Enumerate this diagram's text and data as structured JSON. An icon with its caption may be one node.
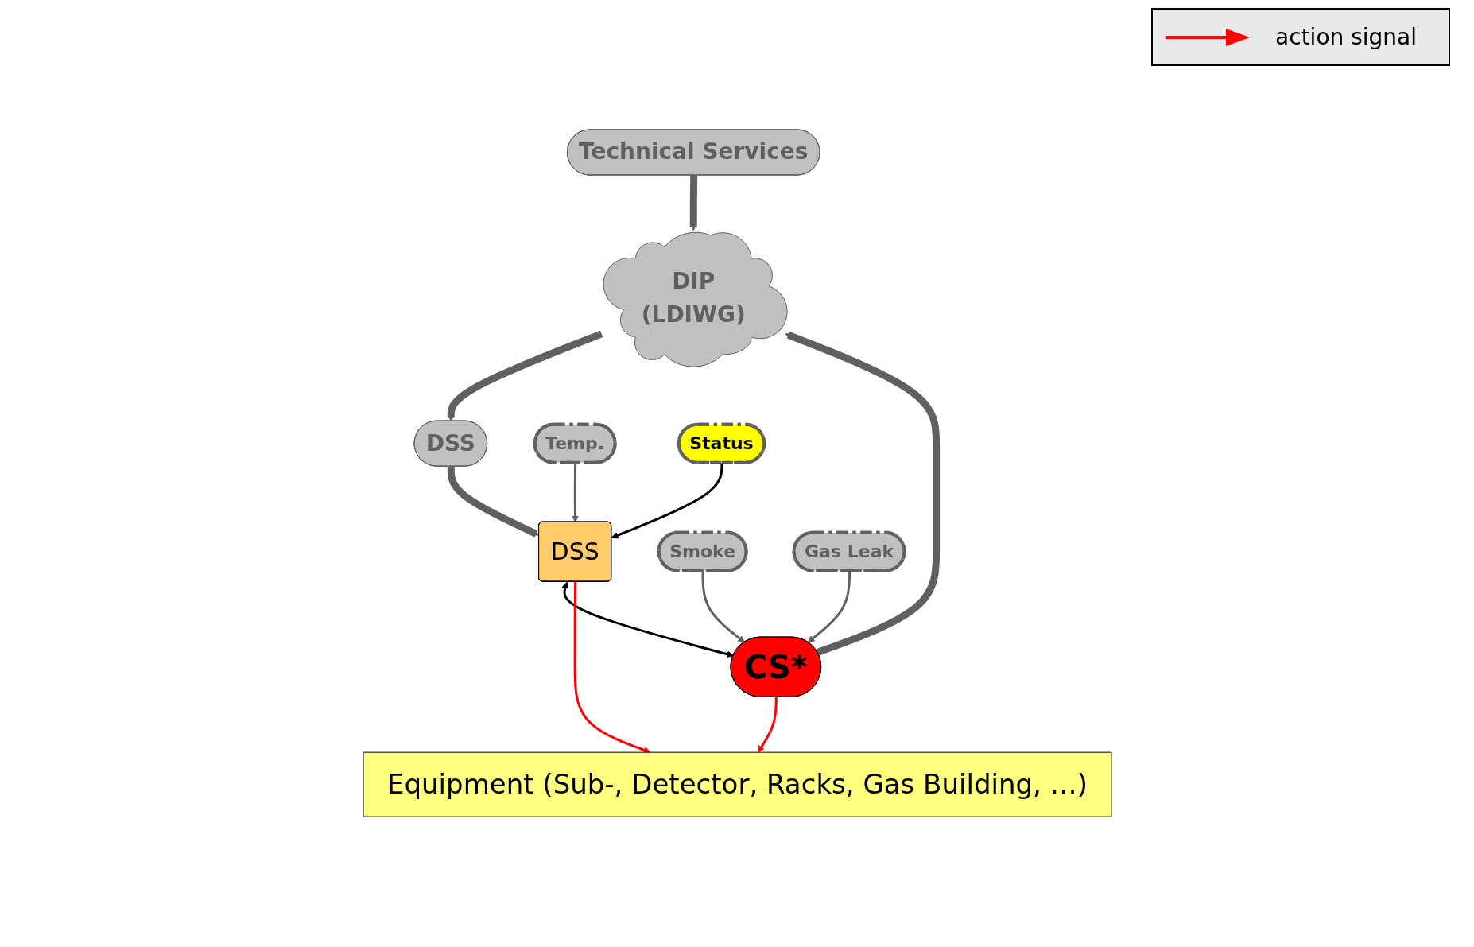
{
  "diagram": {
    "nodes": [
      {
        "text": [
          "Technical Services"
        ]
      },
      {
        "text": [
          "DIP",
          "(LDIWG)"
        ]
      },
      {
        "text": [
          "CS*"
        ]
      },
      {
        "text": [
          "DSS"
        ]
      },
      {
        "text": [
          "DSS"
        ]
      },
      {
        "text": [
          "Smoke"
        ]
      },
      {
        "text": [
          "Gas Leak"
        ]
      },
      {
        "text": [
          "Temp."
        ]
      },
      {
        "text": [
          "Status"
        ]
      },
      {
        "text": [
          "Equipment (Sub-, Detector, Racks, Gas Building, …)"
        ]
      }
    ],
    "edges": [
      {
        "from": 0,
        "to": 1,
        "arrow": "to",
        "style": "thick"
      },
      {
        "from": 2,
        "to": 1,
        "arrow": "to",
        "style": "thick"
      },
      {
        "from": 1,
        "to": 3,
        "arrow": "to",
        "style": "thick"
      },
      {
        "from": 3,
        "to": 4,
        "arrow": "to",
        "style": "thick"
      },
      {
        "from": 4,
        "to": 2,
        "arrow": "both",
        "color": "#000000"
      },
      {
        "from": 2,
        "to": 9,
        "arrow": "to",
        "color": "#ff0000"
      },
      {
        "from": 4,
        "to": 9,
        "arrow": "to",
        "color": "#ff0000"
      },
      {
        "from": 5,
        "to": 2,
        "arrow": "to"
      },
      {
        "from": 6,
        "to": 2,
        "arrow": "to"
      },
      {
        "from": 7,
        "to": 4,
        "arrow": "to"
      },
      {
        "from": 8,
        "to": 4,
        "arrow": "to",
        "color": "#000000"
      }
    ],
    "legend": [
      {
        "text": "action signal"
      }
    ]
  }
}
